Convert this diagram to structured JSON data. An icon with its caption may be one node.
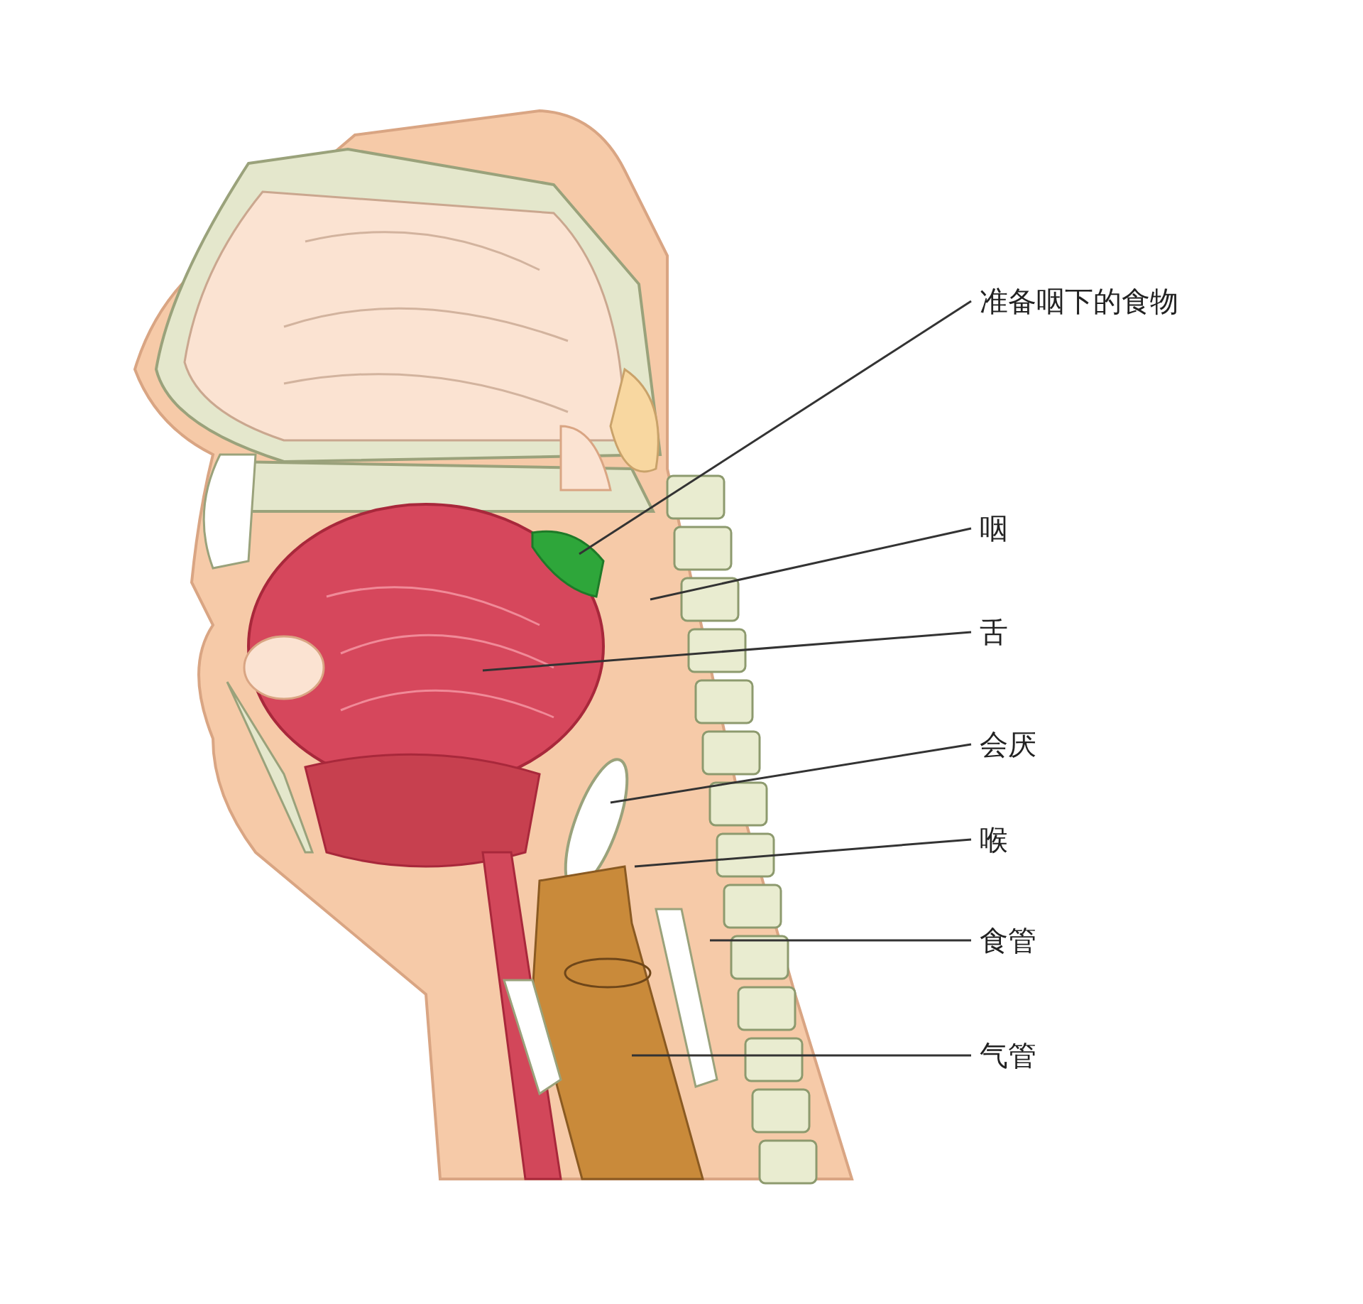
{
  "diagram": {
    "nodes": [
      {
        "text": [
          "准备咽下的食物"
        ]
      },
      {
        "text": [
          "咽"
        ]
      },
      {
        "text": [
          "舌"
        ]
      },
      {
        "text": [
          "会厌"
        ]
      },
      {
        "text": [
          "喉"
        ]
      },
      {
        "text": [
          "食管"
        ]
      },
      {
        "text": [
          "气管"
        ]
      }
    ],
    "edges": [
      {
        "from": 0,
        "to": null,
        "arrow": "none"
      },
      {
        "from": 1,
        "to": null,
        "arrow": "none"
      },
      {
        "from": 2,
        "to": null,
        "arrow": "none"
      },
      {
        "from": 3,
        "to": null,
        "arrow": "none"
      },
      {
        "from": 4,
        "to": null,
        "arrow": "none"
      },
      {
        "from": 5,
        "to": null,
        "arrow": "none"
      },
      {
        "from": 6,
        "to": null,
        "arrow": "none"
      }
    ]
  }
}
